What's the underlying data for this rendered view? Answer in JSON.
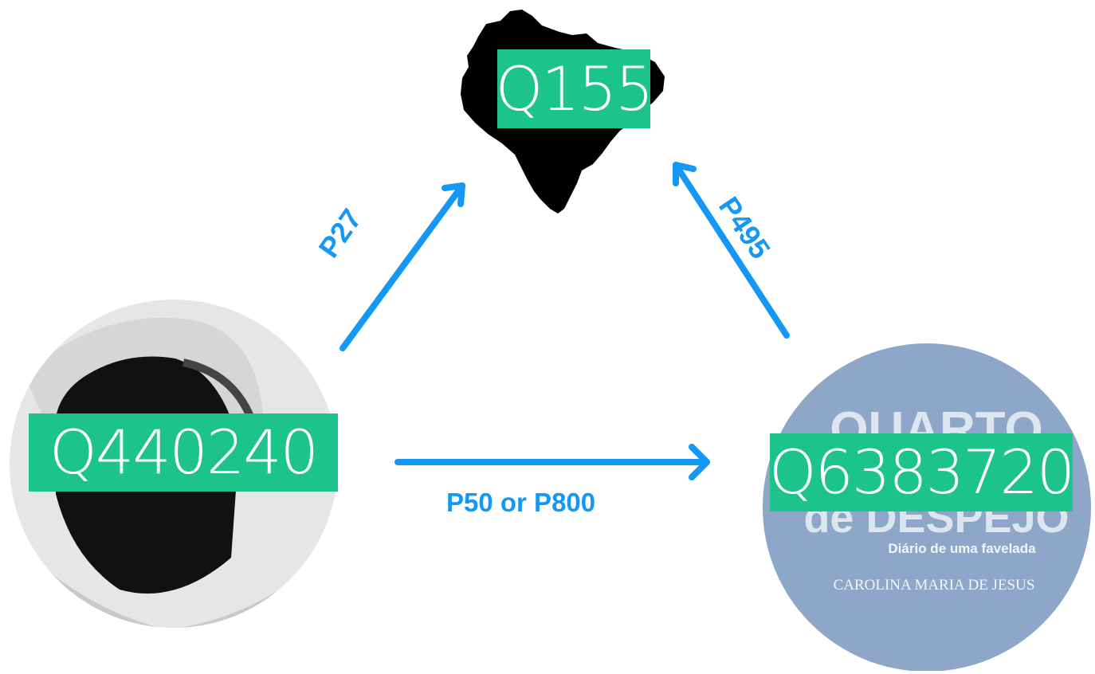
{
  "colors": {
    "arrow": "#1597f5",
    "label_bg": "#1cc48a",
    "label_text": "#ffffff",
    "map_fill": "#000000",
    "cover_bg": "#8ea6c8"
  },
  "nodes": {
    "country": {
      "id": "Q155",
      "image": "brazil-map-silhouette"
    },
    "person": {
      "id": "Q440240",
      "image": "portrait-photo"
    },
    "work": {
      "id": "Q6383720",
      "image": "book-cover",
      "cover_title_top": "QUARTO",
      "cover_title_bottom": "de DESPEJO",
      "cover_subtitle": "Diário de uma favelada",
      "cover_author": "CAROLINA MARIA DE JESUS"
    }
  },
  "edges": {
    "person_to_country": "P27",
    "work_to_country": "P495",
    "person_to_work": "P50 or P800"
  }
}
